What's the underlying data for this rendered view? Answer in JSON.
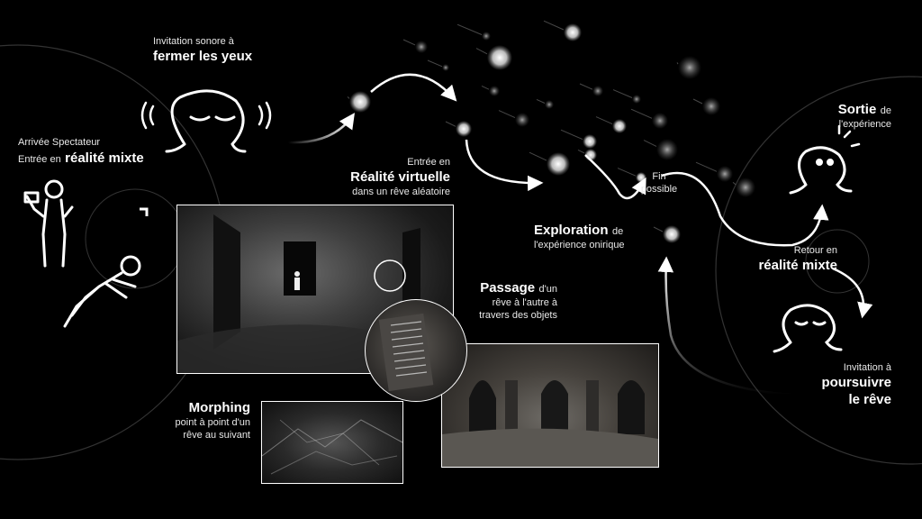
{
  "labels": {
    "invitation_sonore": {
      "small": "Invitation sonore à",
      "big": "fermer les yeux"
    },
    "arrivee": {
      "line1": "Arrivée Spectateur",
      "line2_small": "Entrée en",
      "line2_big": "réalité mixte"
    },
    "entree_vr": {
      "small_top": "Entrée en",
      "big": "Réalité virtuelle",
      "small_bottom": "dans un rêve aléatoire"
    },
    "exploration": {
      "big": "Exploration",
      "small_inline": "de",
      "small_bottom": "l'expérience onirique"
    },
    "fin": {
      "line1": "Fin",
      "line2": "possible"
    },
    "sortie": {
      "big": "Sortie",
      "small_inline": "de",
      "small_bottom": "l'expérience"
    },
    "retour": {
      "small": "Retour en",
      "big": "réalité mixte"
    },
    "passage": {
      "big": "Passage",
      "small_inline": "d'un",
      "line2": "rêve à l'autre à",
      "line3": "travers des objets"
    },
    "morphing": {
      "big": "Morphing",
      "line2": "point à point d'un",
      "line3": "rêve au suivant"
    },
    "poursuivre": {
      "small": "Invitation à",
      "big1": "poursuivre",
      "big2": "le rêve"
    }
  },
  "figures": {
    "listener": "head-with-closed-eyes-and-sound-waves-icon",
    "standing": "standing-person-with-headset-icon",
    "lying": "lying-person-icon",
    "awake": "awake-head-icon",
    "sleeping": "sleeping-head-icon"
  },
  "colors": {
    "background": "#000000",
    "line": "#ffffff",
    "faint": "#3a3a3a"
  }
}
